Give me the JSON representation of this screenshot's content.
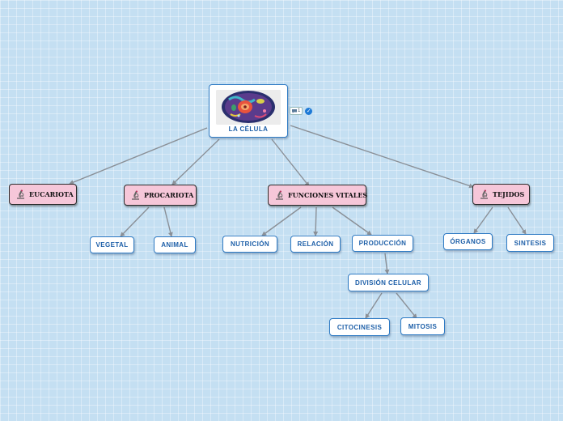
{
  "root": {
    "label": "LA CÉLULA",
    "image": "cell-illustration",
    "comment_count": "1"
  },
  "level1": {
    "eucariota": "EUCARIOTA",
    "procariota": "PROCARIOTA",
    "funciones": "FUNCIONES VITALES",
    "tejidos": "TEJIDOS"
  },
  "level2": {
    "vegetal": "VEGETAL",
    "animal": "ANIMAL",
    "nutricion": "NUTRICIÓN",
    "relacion": "RELACIÓN",
    "produccion": "PRODUCCIÓN",
    "organos": "ÓRGANOS",
    "sintesis": "SINTESIS"
  },
  "level3": {
    "division": "DIVISIÓN CELULAR",
    "citocinesis": "CITOCINESIS",
    "mitosis": "MITOSIS"
  },
  "colors": {
    "background": "#c4dff2",
    "connector": "#8a8f96",
    "topic_fill": "#f6c7d9",
    "subtopic_border": "#2f7bc4",
    "subtopic_text": "#1d5fa8"
  },
  "icons": {
    "topic": "microscope-icon",
    "comment": "comment-icon",
    "status": "check-circle-icon"
  }
}
